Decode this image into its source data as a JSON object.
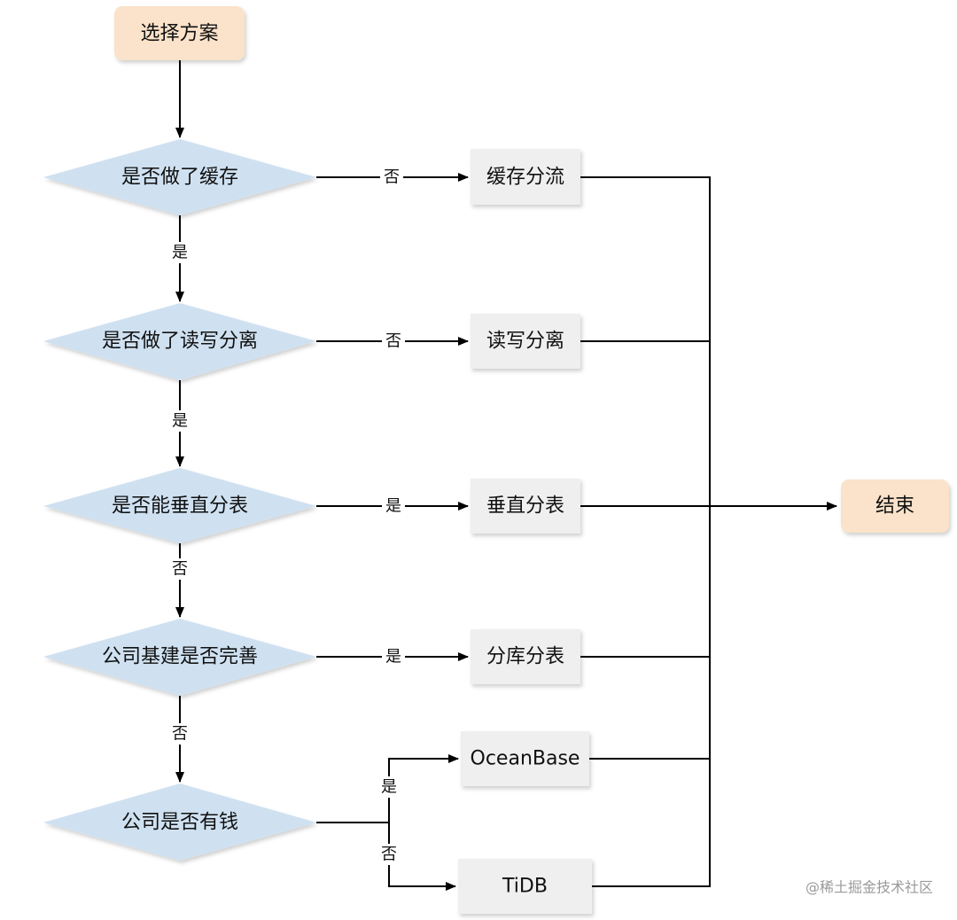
{
  "diagram": {
    "colors": {
      "terminal_fill": "#fbe2ca",
      "decision_fill": "#cfe1f1",
      "process_fill": "#efefef",
      "line": "#000000"
    },
    "start": "选择方案",
    "end": "结束",
    "decisions": {
      "cache": "是否做了缓存",
      "rw_split": "是否做了读写分离",
      "vertical": "是否能垂直分表",
      "infra": "公司基建是否完善",
      "money": "公司是否有钱"
    },
    "actions": {
      "cache_split": "缓存分流",
      "rw_split": "读写分离",
      "vertical_split": "垂直分表",
      "sharding": "分库分表",
      "oceanbase": "OceanBase",
      "tidb": "TiDB"
    },
    "edge_labels": {
      "cache_yes": "是",
      "cache_no": "否",
      "rw_yes": "是",
      "rw_no": "否",
      "vertical_yes": "是",
      "vertical_no": "否",
      "infra_yes": "是",
      "infra_no": "否",
      "money_yes": "是",
      "money_no": "否"
    },
    "watermark": "@稀土掘金技术社区"
  }
}
